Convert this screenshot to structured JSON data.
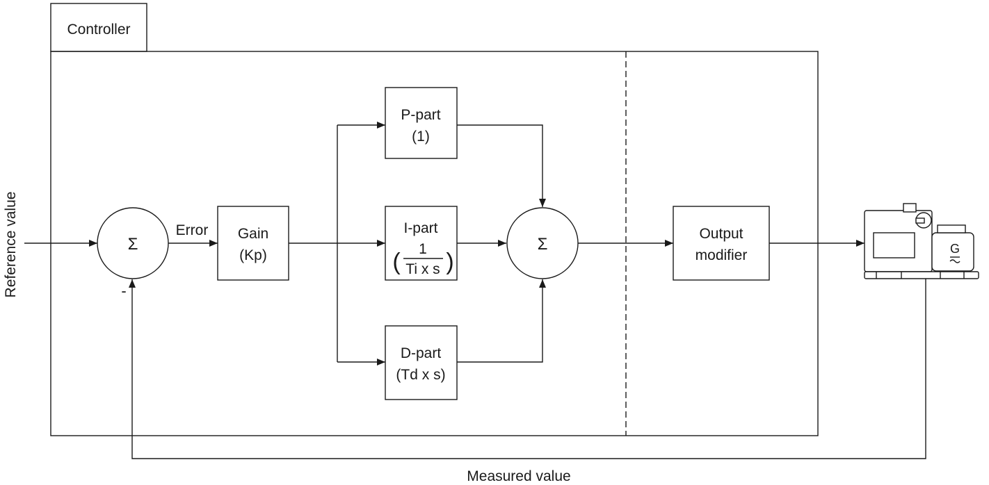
{
  "controller_label": "Controller",
  "reference_label": "Reference value",
  "measured_label": "Measured value",
  "error_label": "Error",
  "minus_sign": "-",
  "sum_symbol": "Σ",
  "gain_block": {
    "line1": "Gain",
    "line2": "(Kp)"
  },
  "p_block": {
    "line1": "P-part",
    "line2": "(1)"
  },
  "i_block": {
    "line1": "I-part",
    "numerator": "1",
    "denominator": "Ti x s"
  },
  "d_block": {
    "line1": "D-part",
    "line2": "(Td x s)"
  },
  "output_block": {
    "line1": "Output",
    "line2": "modifier"
  },
  "generator_symbol": "G"
}
